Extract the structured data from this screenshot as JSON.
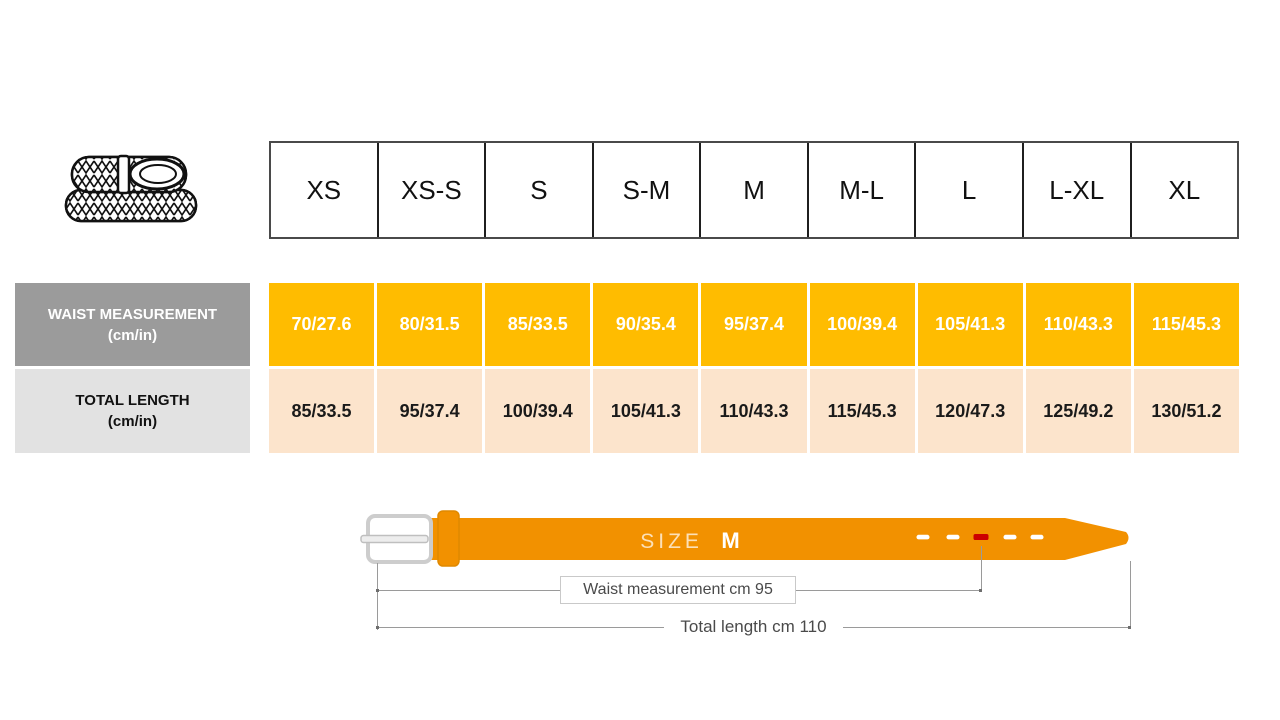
{
  "colors": {
    "waist_row_bg": "#FFBC00",
    "length_row_bg": "#FCE4CC",
    "waist_label_bg": "#9B9B9B",
    "length_label_bg": "#E2E2E2",
    "belt_orange": "#F29100",
    "center_hole_red": "#CC0000",
    "dimension_line_gray": "#9A9A9A"
  },
  "size_table": {
    "sizes": [
      "XS",
      "XS-S",
      "S",
      "S-M",
      "M",
      "M-L",
      "L",
      "L-XL",
      "XL"
    ],
    "rows": [
      {
        "label": "WAIST MEASUREMENT",
        "unit": "(cm/in)",
        "values": [
          "70/27.6",
          "80/31.5",
          "85/33.5",
          "90/35.4",
          "95/37.4",
          "100/39.4",
          "105/41.3",
          "110/43.3",
          "115/45.3"
        ]
      },
      {
        "label": "TOTAL LENGTH",
        "unit": "(cm/in)",
        "values": [
          "85/33.5",
          "95/37.4",
          "100/39.4",
          "105/41.3",
          "110/43.3",
          "115/45.3",
          "120/47.3",
          "125/49.2",
          "130/51.2"
        ]
      }
    ]
  },
  "diagram": {
    "size_label": "SIZE",
    "size_value": "M",
    "waist_annotation": "Waist measurement cm 95",
    "length_annotation": "Total length cm 110"
  }
}
